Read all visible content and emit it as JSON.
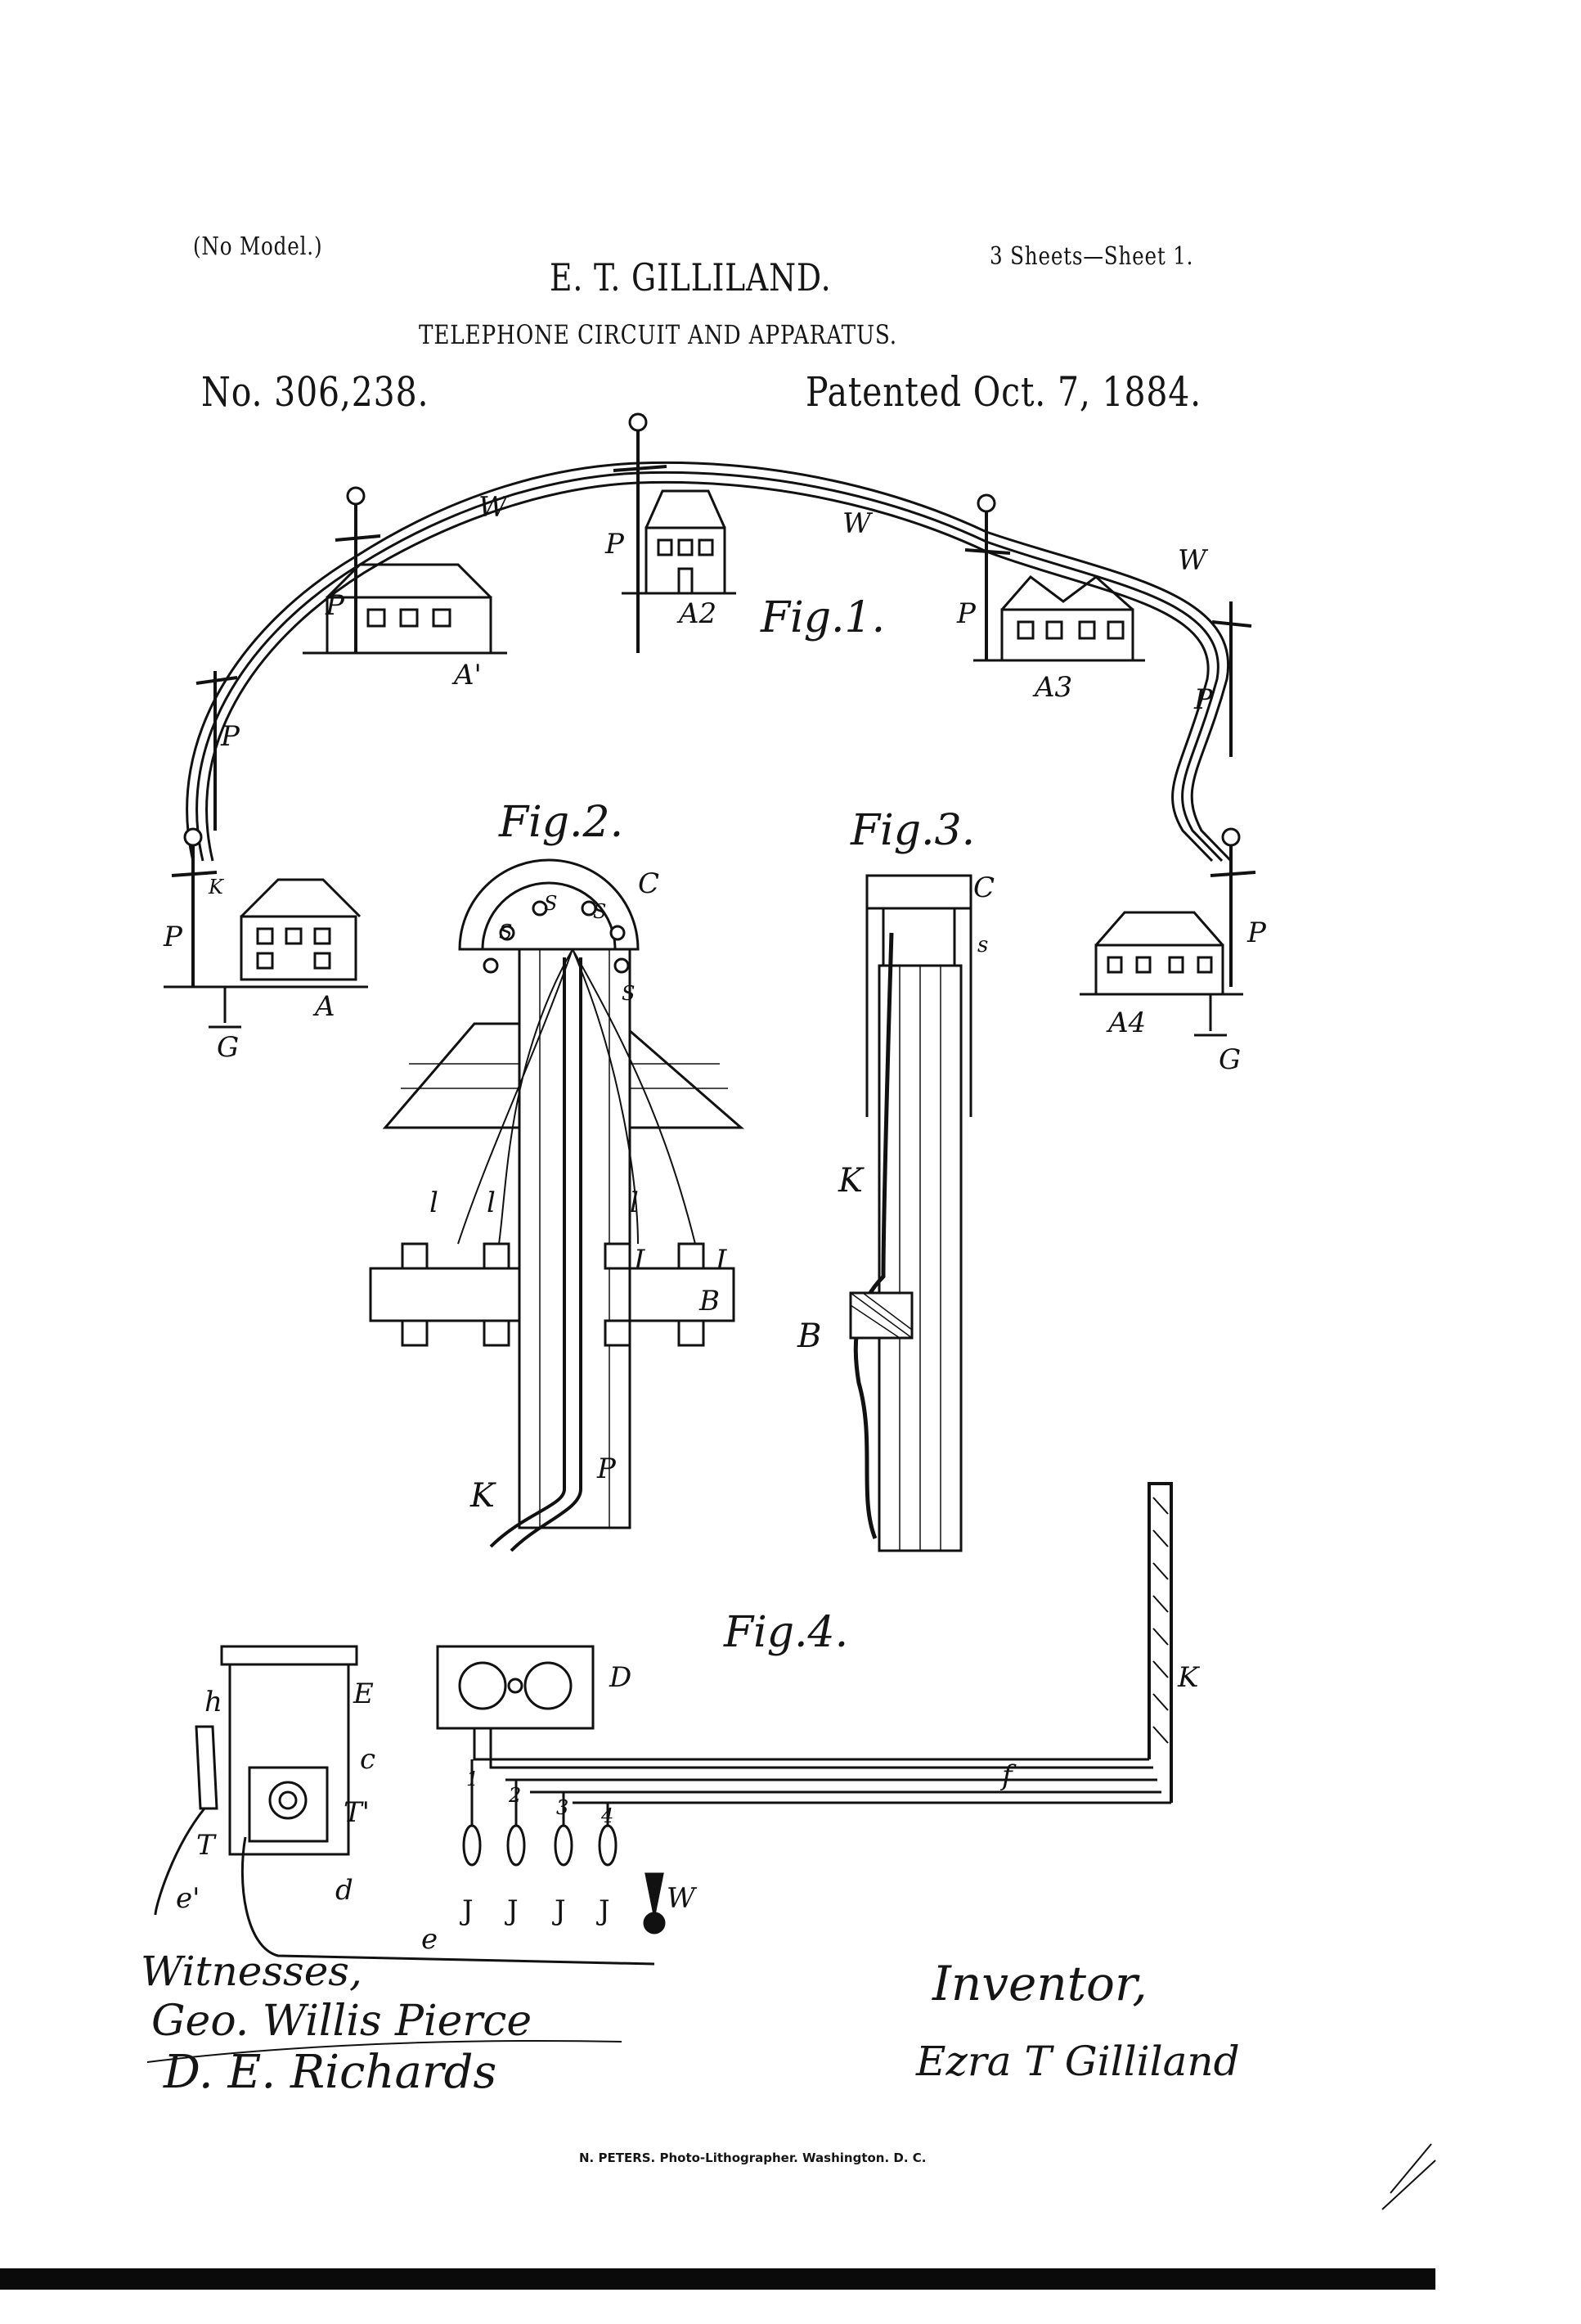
{
  "header": {
    "model_note": "(No Model.)",
    "inventor_name": "E. T. GILLILAND.",
    "sheet_info": "3 Sheets—Sheet 1.",
    "title": "TELEPHONE CIRCUIT AND APPARATUS.",
    "patent_number": "No. 306,238.",
    "patent_date": "Patented Oct. 7, 1884."
  },
  "figures": {
    "fig1": "Fig.1.",
    "fig2": "Fig.2.",
    "fig3": "Fig.3.",
    "fig4": "Fig.4."
  },
  "labels": [
    "W",
    "W",
    "W",
    "P",
    "P",
    "P",
    "P",
    "P",
    "P",
    "P",
    "A",
    "A'",
    "A2",
    "A3",
    "A4",
    "G",
    "G",
    "K",
    "C",
    "S",
    "S",
    "S",
    "S",
    "l",
    "l",
    "l",
    "I",
    "I",
    "B",
    "K",
    "P",
    "C",
    "s",
    "K",
    "B",
    "E",
    "h",
    "c",
    "T'",
    "T",
    "e'",
    "d",
    "e",
    "D",
    "f",
    "K",
    "1",
    "2",
    "3",
    "4",
    "J",
    "J",
    "J",
    "J",
    "W"
  ],
  "signatures": {
    "witnesses_label": "Witnesses,",
    "witness_1": "Geo. Willis Pierce",
    "witness_2": "D. E. Richards",
    "inventor_label": "Inventor,",
    "inventor_signature": "Ezra T Gilliland"
  },
  "footer": {
    "lithographer": "N. PETERS. Photo-Lithographer. Washington. D. C."
  }
}
